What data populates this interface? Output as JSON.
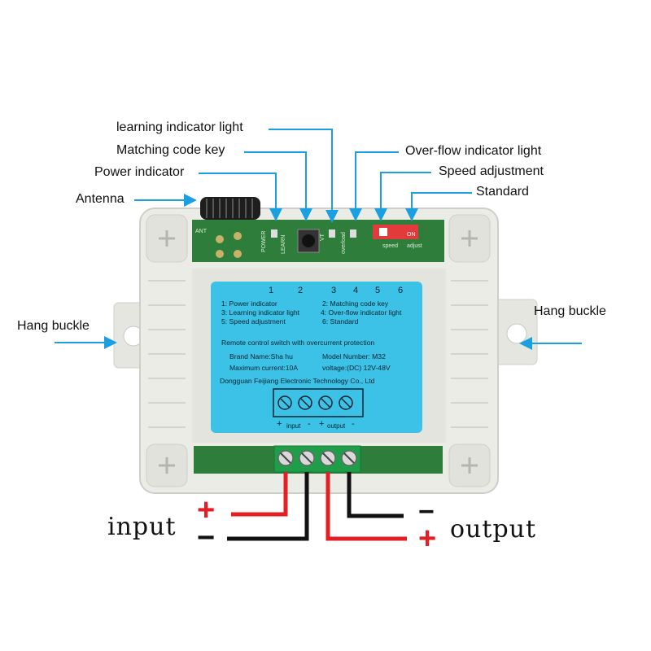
{
  "callouts": {
    "learning_indicator": "learning indicator light",
    "matching_code_key": "Matching code key",
    "power_indicator": "Power indicator",
    "antenna": "Antenna",
    "overflow_indicator": "Over-flow indicator light",
    "speed_adjustment": "Speed adjustment",
    "standard": "Standard",
    "hang_buckle_left": "Hang buckle",
    "hang_buckle_right": "Hang buckle"
  },
  "label": {
    "numbers": [
      "1",
      "2",
      "3",
      "4",
      "5",
      "6"
    ],
    "legend_left": [
      "1: Power indicator",
      "3: Learning indicator light",
      "5: Speed adjustment"
    ],
    "legend_right": [
      "2: Matching code key",
      "4: Over-flow indicator light",
      "6: Standard"
    ],
    "title": "Remote control switch with overcurrent protection",
    "brand": "Brand Name:Sha hu",
    "model": "Model Number: M32",
    "current": "Maximum current:10A",
    "voltage": "voltage:(DC) 12V-48V",
    "maker": "Dongguan Feijiang Electronic Technology Co., Ltd",
    "term_input": "input",
    "term_output": "output",
    "term_signs": [
      "+",
      "-",
      "+",
      "-"
    ]
  },
  "pcb": {
    "silk_ant": "ANT",
    "silk_power": "POWER",
    "silk_learn": "LEARN",
    "silk_vt": "VT",
    "silk_overload": "overload",
    "silk_on": "ON",
    "silk_speed": "speed",
    "silk_adjust": "adjust"
  },
  "wiring": {
    "input_label": "input",
    "output_label": "output",
    "input_plus": "+",
    "input_minus": "−",
    "output_minus": "−",
    "output_plus": "+"
  },
  "colors": {
    "callout_line": "#1aa0e0",
    "case": "#e9e9e4",
    "label_bg": "#3cc2e6",
    "pcb": "#2f7d3a",
    "wire_red": "#e41e25",
    "wire_black": "#111111",
    "terminal": "#1f9d48"
  }
}
